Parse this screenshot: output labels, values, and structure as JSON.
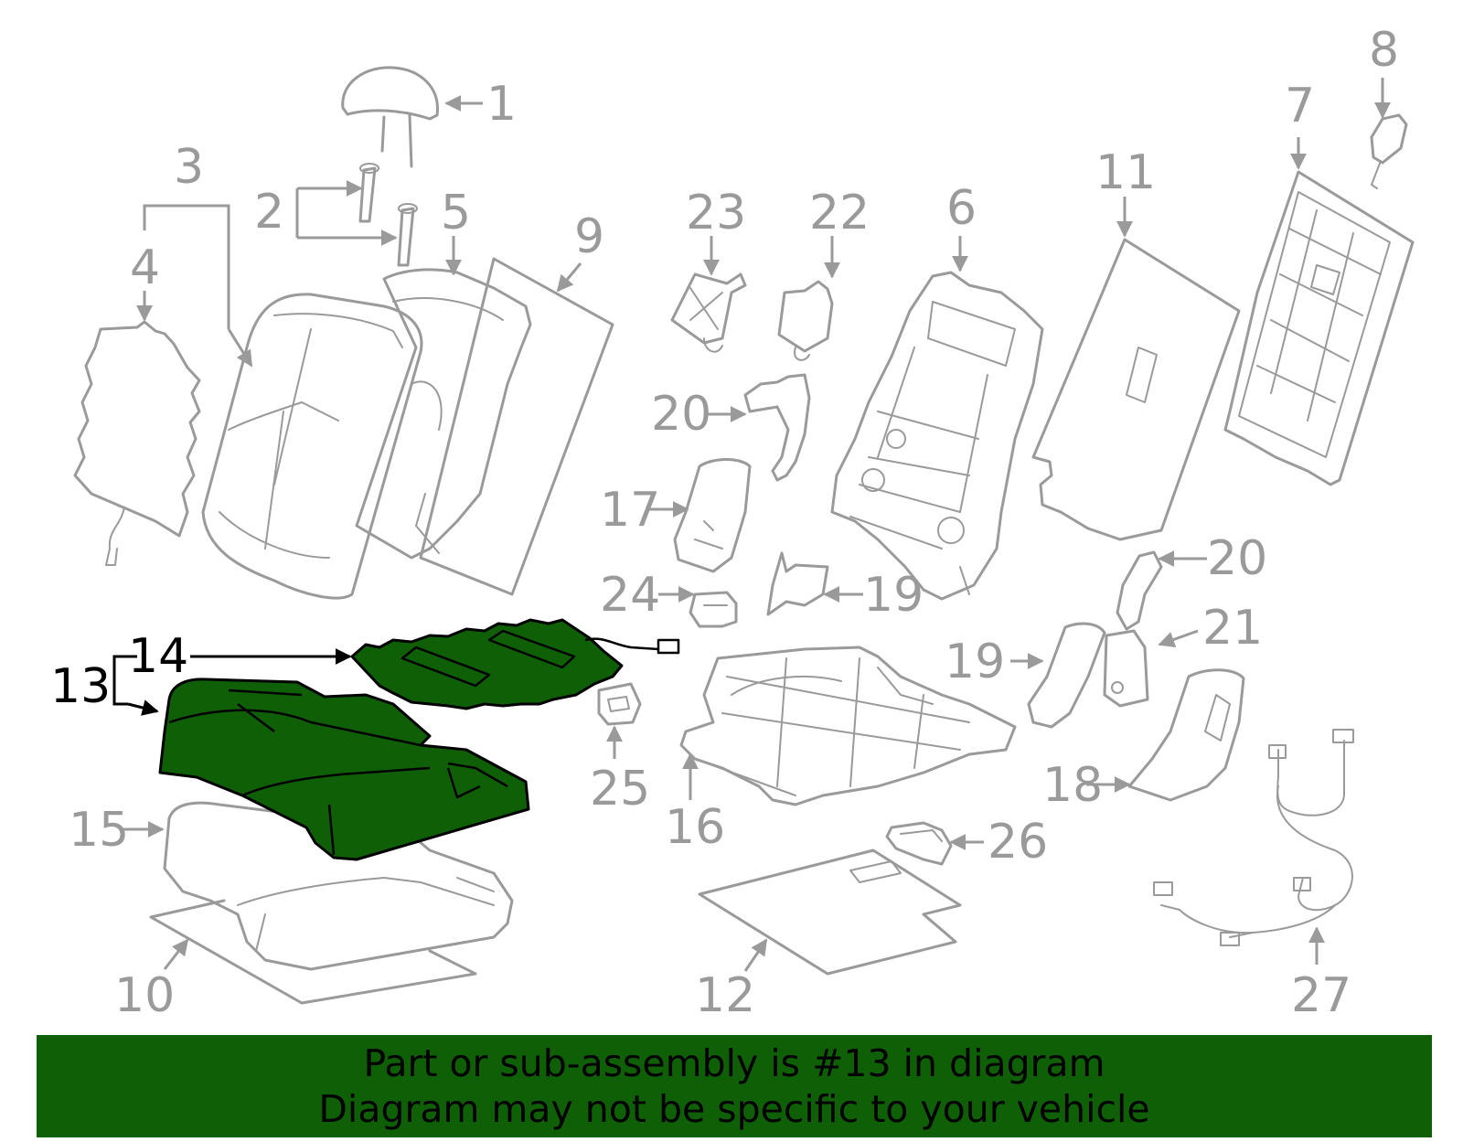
{
  "diagram": {
    "highlighted_part": "13",
    "callouts": [
      {
        "id": "c1",
        "label": "1"
      },
      {
        "id": "c2",
        "label": "2"
      },
      {
        "id": "c3",
        "label": "3"
      },
      {
        "id": "c4",
        "label": "4"
      },
      {
        "id": "c5",
        "label": "5"
      },
      {
        "id": "c6",
        "label": "6"
      },
      {
        "id": "c7",
        "label": "7"
      },
      {
        "id": "c8",
        "label": "8"
      },
      {
        "id": "c9",
        "label": "9"
      },
      {
        "id": "c10",
        "label": "10"
      },
      {
        "id": "c11",
        "label": "11"
      },
      {
        "id": "c12",
        "label": "12"
      },
      {
        "id": "c13",
        "label": "13"
      },
      {
        "id": "c14",
        "label": "14"
      },
      {
        "id": "c15",
        "label": "15"
      },
      {
        "id": "c16",
        "label": "16"
      },
      {
        "id": "c17",
        "label": "17"
      },
      {
        "id": "c18",
        "label": "18"
      },
      {
        "id": "c19a",
        "label": "19"
      },
      {
        "id": "c19b",
        "label": "19"
      },
      {
        "id": "c20a",
        "label": "20"
      },
      {
        "id": "c20b",
        "label": "20"
      },
      {
        "id": "c21",
        "label": "21"
      },
      {
        "id": "c22",
        "label": "22"
      },
      {
        "id": "c23",
        "label": "23"
      },
      {
        "id": "c24",
        "label": "24"
      },
      {
        "id": "c25",
        "label": "25"
      },
      {
        "id": "c26",
        "label": "26"
      },
      {
        "id": "c27",
        "label": "27"
      }
    ]
  },
  "banner": {
    "line1": "Part or sub-assembly is #13 in diagram",
    "line2": "Diagram may not be specific to your vehicle"
  },
  "colors": {
    "highlight": "#0f5f07",
    "line_art": "#9a9a9a",
    "banner_bg": "#0f5f07"
  }
}
